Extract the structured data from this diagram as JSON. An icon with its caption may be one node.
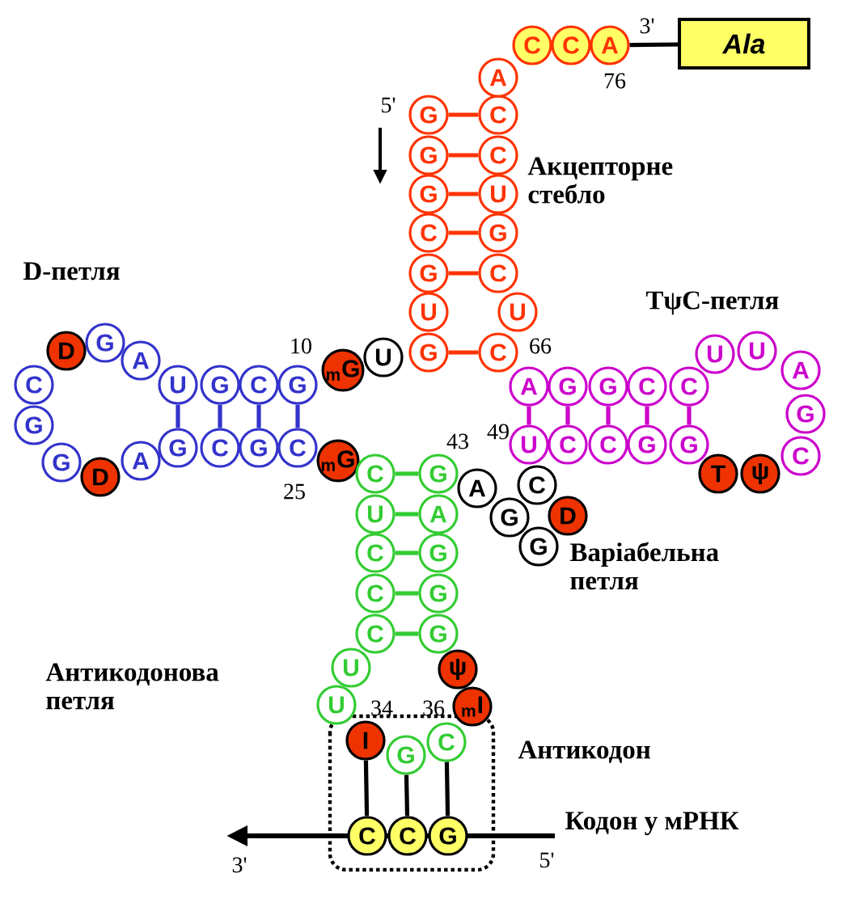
{
  "diagram": {
    "nodes": [
      {
        "text": [
          "G"
        ]
      },
      {
        "text": [
          "G"
        ]
      },
      {
        "text": [
          "G"
        ]
      },
      {
        "text": [
          "C"
        ]
      },
      {
        "text": [
          "G"
        ]
      },
      {
        "text": [
          "U"
        ]
      },
      {
        "text": [
          "G"
        ]
      },
      {
        "text": [
          "U"
        ]
      },
      {
        "text": [
          "$_{m}$G"
        ]
      },
      {
        "text": [
          "G"
        ]
      },
      {
        "text": [
          "C"
        ]
      },
      {
        "text": [
          "G"
        ]
      },
      {
        "text": [
          "U"
        ]
      },
      {
        "text": [
          "A"
        ]
      },
      {
        "text": [
          "G"
        ]
      },
      {
        "text": [
          "D"
        ]
      },
      {
        "text": [
          "C"
        ]
      },
      {
        "text": [
          "G"
        ]
      },
      {
        "text": [
          "G"
        ]
      },
      {
        "text": [
          "D"
        ]
      },
      {
        "text": [
          "A"
        ]
      },
      {
        "text": [
          "G"
        ]
      },
      {
        "text": [
          "C"
        ]
      },
      {
        "text": [
          "G"
        ]
      },
      {
        "text": [
          "C"
        ]
      },
      {
        "text": [
          "$_{m}$G"
        ]
      },
      {
        "text": [
          "C"
        ]
      },
      {
        "text": [
          "U"
        ]
      },
      {
        "text": [
          "C"
        ]
      },
      {
        "text": [
          "C"
        ]
      },
      {
        "text": [
          "C"
        ]
      },
      {
        "text": [
          "U"
        ]
      },
      {
        "text": [
          "U"
        ]
      },
      {
        "text": [
          "I"
        ]
      },
      {
        "text": [
          "G"
        ]
      },
      {
        "text": [
          "C"
        ]
      },
      {
        "text": [
          "$_{m}$I"
        ]
      },
      {
        "text": [
          "ψ"
        ]
      },
      {
        "text": [
          "G"
        ]
      },
      {
        "text": [
          "G"
        ]
      },
      {
        "text": [
          "G"
        ]
      },
      {
        "text": [
          "A"
        ]
      },
      {
        "text": [
          "G"
        ]
      },
      {
        "text": [
          "A"
        ]
      },
      {
        "text": [
          "G"
        ]
      },
      {
        "text": [
          "G"
        ]
      },
      {
        "text": [
          "D"
        ]
      },
      {
        "text": [
          "C"
        ]
      },
      {
        "text": [
          "U"
        ]
      },
      {
        "text": [
          "C"
        ]
      },
      {
        "text": [
          "C"
        ]
      },
      {
        "text": [
          "G"
        ]
      },
      {
        "text": [
          "G"
        ]
      },
      {
        "text": [
          "T"
        ]
      },
      {
        "text": [
          "ψ"
        ]
      },
      {
        "text": [
          "C"
        ]
      },
      {
        "text": [
          "G"
        ]
      },
      {
        "text": [
          "A"
        ]
      },
      {
        "text": [
          "U"
        ]
      },
      {
        "text": [
          "U"
        ]
      },
      {
        "text": [
          "C"
        ]
      },
      {
        "text": [
          "C"
        ]
      },
      {
        "text": [
          "G"
        ]
      },
      {
        "text": [
          "G"
        ]
      },
      {
        "text": [
          "A"
        ]
      },
      {
        "text": [
          "C"
        ]
      },
      {
        "text": [
          "U"
        ]
      },
      {
        "text": [
          "C"
        ]
      },
      {
        "text": [
          "G"
        ]
      },
      {
        "text": [
          "U"
        ]
      },
      {
        "text": [
          "C"
        ]
      },
      {
        "text": [
          "C"
        ]
      },
      {
        "text": [
          "A"
        ]
      },
      {
        "text": [
          "C"
        ]
      },
      {
        "text": [
          "C"
        ]
      },
      {
        "text": [
          "A"
        ]
      },
      {
        "text": [
          "Ala"
        ]
      },
      {
        "text": [
          "C"
        ]
      },
      {
        "text": [
          "C"
        ]
      },
      {
        "text": [
          "G"
        ]
      }
    ],
    "edges": [
      {
        "from": 0,
        "to": 71,
        "arrow": "none",
        "color": "#ff3300"
      },
      {
        "from": 1,
        "to": 70,
        "arrow": "none",
        "color": "#ff3300"
      },
      {
        "from": 2,
        "to": 69,
        "arrow": "none",
        "color": "#ff3300"
      },
      {
        "from": 3,
        "to": 68,
        "arrow": "none",
        "color": "#ff3300"
      },
      {
        "from": 4,
        "to": 67,
        "arrow": "none",
        "color": "#ff3300"
      },
      {
        "from": 6,
        "to": 65,
        "arrow": "none",
        "color": "#ff3300"
      },
      {
        "from": 9,
        "to": 24,
        "arrow": "none",
        "color": "#3333cc"
      },
      {
        "from": 10,
        "to": 23,
        "arrow": "none",
        "color": "#3333cc"
      },
      {
        "from": 11,
        "to": 22,
        "arrow": "none",
        "color": "#3333cc"
      },
      {
        "from": 12,
        "to": 21,
        "arrow": "none",
        "color": "#3333cc"
      },
      {
        "from": 26,
        "to": 42,
        "arrow": "none",
        "color": "#33cc33"
      },
      {
        "from": 27,
        "to": 41,
        "arrow": "none",
        "color": "#33cc33"
      },
      {
        "from": 28,
        "to": 40,
        "arrow": "none",
        "color": "#33cc33"
      },
      {
        "from": 29,
        "to": 39,
        "arrow": "none",
        "color": "#33cc33"
      },
      {
        "from": 30,
        "to": 38,
        "arrow": "none",
        "color": "#33cc33"
      },
      {
        "from": 48,
        "to": 64,
        "arrow": "none",
        "color": "#cc00cc"
      },
      {
        "from": 49,
        "to": 63,
        "arrow": "none",
        "color": "#cc00cc"
      },
      {
        "from": 50,
        "to": 62,
        "arrow": "none",
        "color": "#cc00cc"
      },
      {
        "from": 51,
        "to": 61,
        "arrow": "none",
        "color": "#cc00cc"
      },
      {
        "from": 52,
        "to": 60,
        "arrow": "none",
        "color": "#cc00cc"
      },
      {
        "from": 75,
        "to": 76,
        "arrow": "none",
        "color": "#000000"
      },
      {
        "from": 33,
        "to": 77,
        "arrow": "none",
        "color": "#000000"
      },
      {
        "from": 34,
        "to": 78,
        "arrow": "none",
        "color": "#000000"
      },
      {
        "from": 35,
        "to": 79,
        "arrow": "none",
        "color": "#000000"
      }
    ],
    "labels": [
      "3'",
      "76",
      "5'",
      "Акцепторне стебло",
      "D-петля",
      "ТψС-петля",
      "10",
      "66",
      "49",
      "43",
      "25",
      "Варіабельна петля",
      "Антикодонова петля",
      "34",
      "36",
      "Антикодон",
      "Кодон у мРНК",
      "5'",
      "3'"
    ]
  }
}
